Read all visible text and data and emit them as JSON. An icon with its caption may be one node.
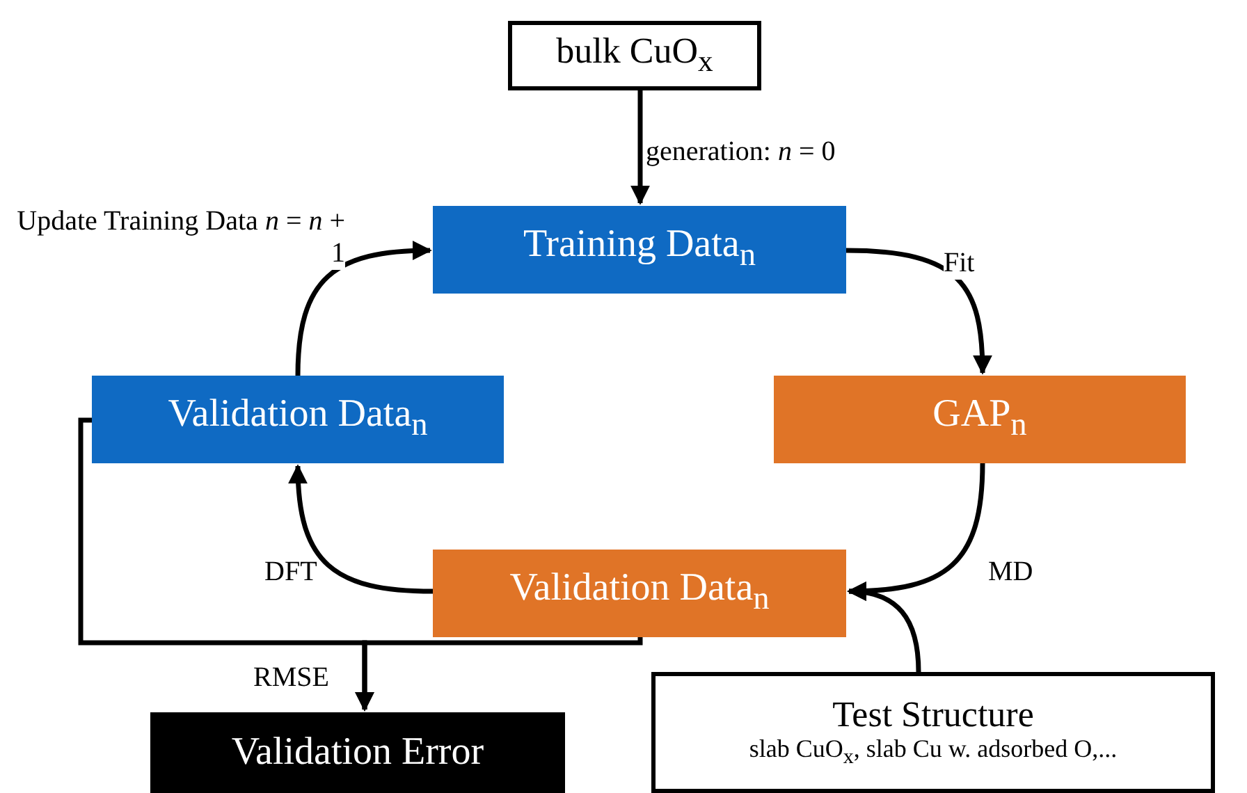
{
  "diagram": {
    "nodes": [
      {
        "text": [
          "bulk CuO$_{x}$"
        ]
      },
      {
        "text": [
          "Training Data$_{n}$"
        ]
      },
      {
        "text": [
          "GAP$_{n}$"
        ]
      },
      {
        "text": [
          "Validation Data$_{n}$"
        ]
      },
      {
        "text": [
          "Validation Data$_{n}$"
        ]
      },
      {
        "text": [
          "Validation Error"
        ]
      },
      {
        "text": [
          "Test Structure",
          "slab CuO$_{x}$, slab Cu w. adsorbed O,..."
        ]
      }
    ],
    "edges": [
      {
        "from": 0,
        "to": 1,
        "arrow": "to",
        "label": "generation: *n* = 0"
      },
      {
        "from": 1,
        "to": 2,
        "arrow": "to",
        "label": "Fit"
      },
      {
        "from": 2,
        "to": 3,
        "arrow": "to",
        "label": "MD"
      },
      {
        "from": 6,
        "to": 3,
        "arrow": "to"
      },
      {
        "from": 3,
        "to": 4,
        "arrow": "to",
        "label": "DFT"
      },
      {
        "from": 4,
        "to": 1,
        "arrow": "to",
        "label": "Update Training Data *n* = *n* + 1"
      },
      {
        "from": 4,
        "to": 5,
        "arrow": "to",
        "label": "RMSE"
      },
      {
        "from": 3,
        "to": 5,
        "arrow": "to"
      }
    ]
  }
}
